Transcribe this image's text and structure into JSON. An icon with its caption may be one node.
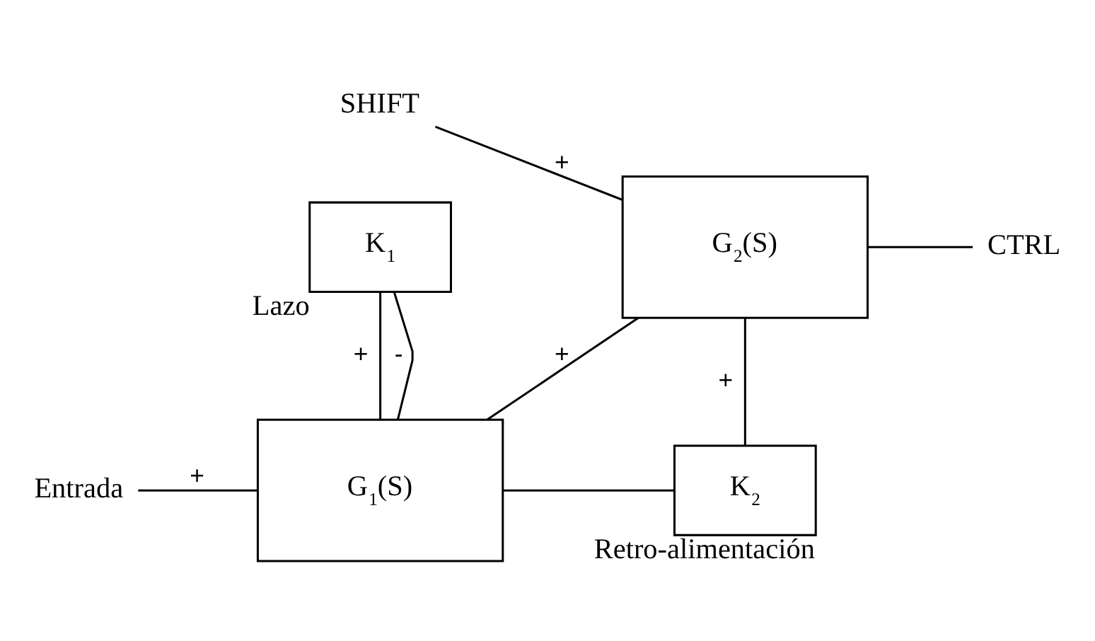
{
  "diagram": {
    "nodes": [
      {
        "text": [
          "Entrada"
        ]
      },
      {
        "text": [
          "G$_{1}$(S)"
        ]
      },
      {
        "text": [
          "SHIFT"
        ]
      },
      {
        "text": [
          "G$_{2}$(S)"
        ]
      },
      {
        "text": [
          "CTRL"
        ]
      },
      {
        "text": [
          "K$_{1}$"
        ],
        "beside": [
          "Lazo"
        ]
      },
      {
        "text": [
          "K$_{2}$"
        ],
        "beside": [
          "Retro-alimentación"
        ]
      }
    ],
    "edges": [
      {
        "from": 0,
        "to": 1,
        "arrow": "none",
        "label": "+"
      },
      {
        "from": 1,
        "to": 3,
        "arrow": "none",
        "label": "+"
      },
      {
        "from": 2,
        "to": 3,
        "arrow": "none",
        "label": "+"
      },
      {
        "from": 3,
        "to": 4,
        "arrow": "none"
      },
      {
        "from": 1,
        "to": 5,
        "arrow": "none",
        "label": "+"
      },
      {
        "from": 5,
        "to": 1,
        "arrow": "none",
        "label": "-"
      },
      {
        "from": 3,
        "to": 6,
        "arrow": "none",
        "label": "+"
      },
      {
        "from": 6,
        "to": 1,
        "arrow": "none"
      }
    ]
  }
}
